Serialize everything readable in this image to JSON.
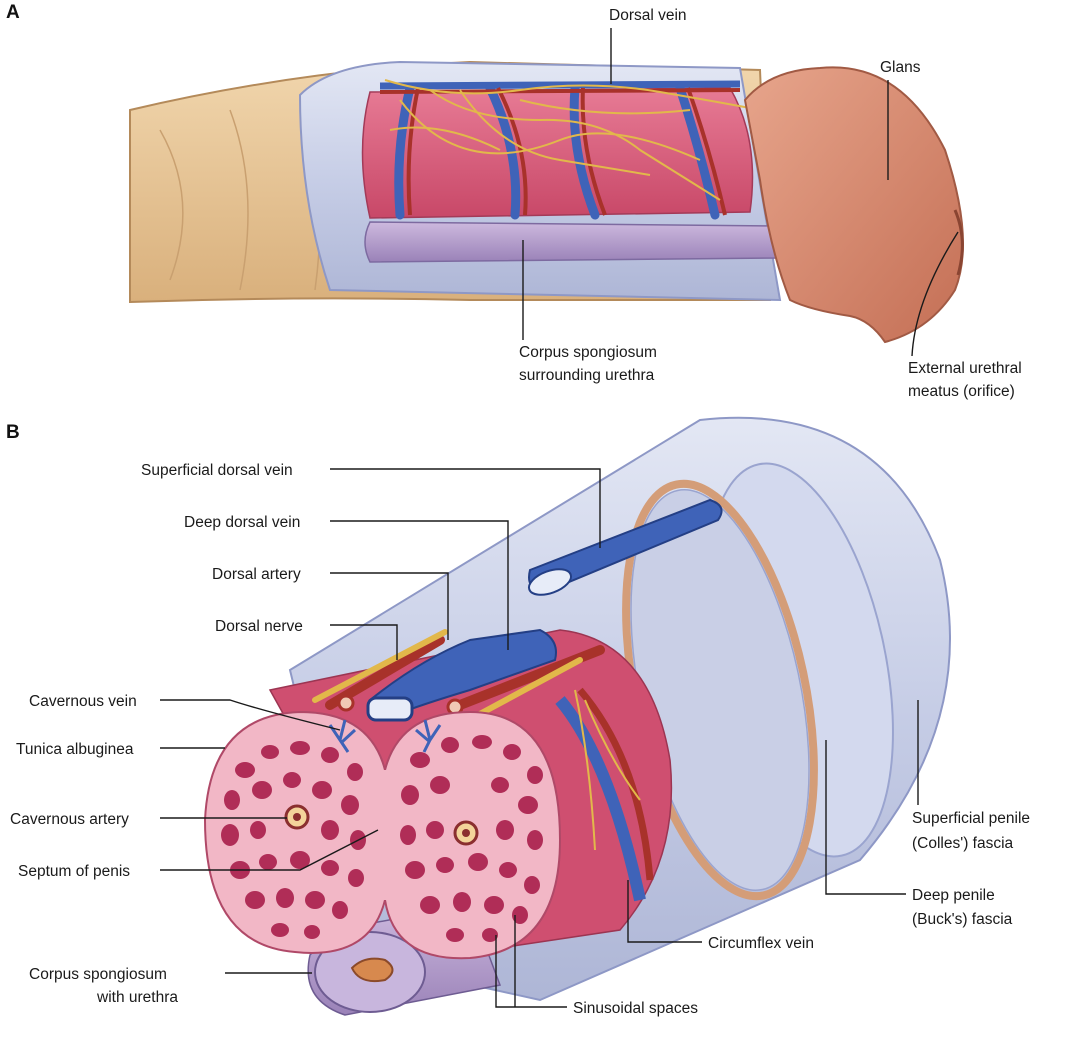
{
  "panels": {
    "a": "A",
    "b": "B"
  },
  "labels": {
    "dorsal_vein": "Dorsal vein",
    "glans": "Glans",
    "corpus_spongiosum_1": "Corpus spongiosum",
    "corpus_spongiosum_2": "surrounding urethra",
    "meatus_1": "External urethral",
    "meatus_2": "meatus (orifice)",
    "superficial_dorsal_vein": "Superficial dorsal vein",
    "deep_dorsal_vein": "Deep dorsal vein",
    "dorsal_artery": "Dorsal artery",
    "dorsal_nerve": "Dorsal nerve",
    "cavernous_vein": "Cavernous vein",
    "tunica_albuginea": "Tunica albuginea",
    "cavernous_artery": "Cavernous artery",
    "septum": "Septum of penis",
    "cs_urethra_1": "Corpus spongiosum",
    "cs_urethra_2": "with urethra",
    "sinusoidal": "Sinusoidal spaces",
    "circumflex": "Circumflex vein",
    "superficial_fascia_1": "Superficial penile",
    "superficial_fascia_2": "(Colles') fascia",
    "deep_fascia_1": "Deep penile",
    "deep_fascia_2": "(Buck's) fascia"
  },
  "colors": {
    "skin": "#e8c79a",
    "erectile": "#d9577a",
    "vein": "#3f63b8",
    "artery": "#a8322a",
    "nerve": "#e2b84a",
    "fascia": "#c9cfe6",
    "spongiosum": "#b9a3cf",
    "glans": "#d98d72"
  }
}
